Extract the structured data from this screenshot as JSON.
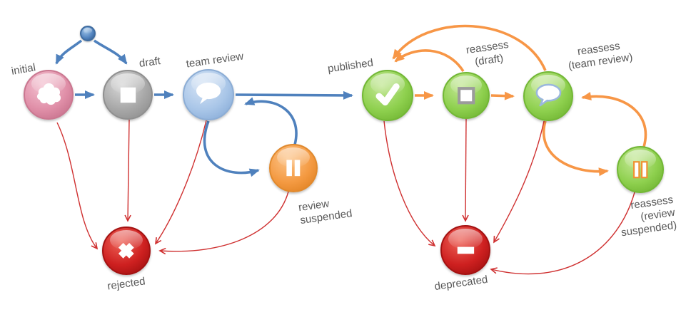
{
  "colors": {
    "background": "#ffffff",
    "edge-blue": "#4f81bd",
    "edge-orange": "#f79646",
    "edge-red": "#cf3030",
    "label-text": "#595959",
    "node-pink": "#e08fa8",
    "node-gray": "#a8a8a8",
    "node-blue": "#a9c6e8",
    "node-orange": "#f49a42",
    "node-green": "#8ed04e",
    "node-red": "#ce2020"
  },
  "diagram": {
    "nodes": [
      {
        "id": "start",
        "label": "",
        "icon": "start-dot"
      },
      {
        "id": "initial",
        "label": "initial",
        "state_color": "pink",
        "icon": "cloud"
      },
      {
        "id": "draft",
        "label": "draft",
        "state_color": "gray",
        "icon": "square"
      },
      {
        "id": "team-review",
        "label": "team review",
        "state_color": "blue",
        "icon": "speech-bubble"
      },
      {
        "id": "review-suspended",
        "label": "review\nsuspended",
        "state_color": "orange",
        "icon": "pause"
      },
      {
        "id": "published",
        "label": "published",
        "state_color": "green",
        "icon": "check"
      },
      {
        "id": "reassess-draft",
        "label": "reassess\n(draft)",
        "state_color": "green",
        "icon": "square-outline"
      },
      {
        "id": "reassess-team-review",
        "label": "reassess\n(team review)",
        "state_color": "green",
        "icon": "speech-bubble-outline"
      },
      {
        "id": "reassess-review-suspended",
        "label": "reassess\n(review\nsuspended)",
        "state_color": "green",
        "icon": "pause-outline"
      },
      {
        "id": "rejected",
        "label": "rejected",
        "state_color": "red",
        "icon": "cross"
      },
      {
        "id": "deprecated",
        "label": "deprecated",
        "state_color": "red",
        "icon": "minus"
      }
    ],
    "edges": [
      {
        "from": "start",
        "to": "initial",
        "color": "blue"
      },
      {
        "from": "start",
        "to": "draft",
        "color": "blue"
      },
      {
        "from": "initial",
        "to": "draft",
        "color": "blue"
      },
      {
        "from": "draft",
        "to": "team-review",
        "color": "blue"
      },
      {
        "from": "team-review",
        "to": "published",
        "color": "blue"
      },
      {
        "from": "team-review",
        "to": "review-suspended",
        "color": "blue"
      },
      {
        "from": "review-suspended",
        "to": "team-review",
        "color": "blue"
      },
      {
        "from": "published",
        "to": "reassess-draft",
        "color": "orange"
      },
      {
        "from": "reassess-draft",
        "to": "reassess-team-review",
        "color": "orange"
      },
      {
        "from": "reassess-draft",
        "to": "published",
        "color": "orange"
      },
      {
        "from": "reassess-team-review",
        "to": "published",
        "color": "orange"
      },
      {
        "from": "reassess-team-review",
        "to": "reassess-review-suspended",
        "color": "orange"
      },
      {
        "from": "reassess-review-suspended",
        "to": "reassess-team-review",
        "color": "orange"
      },
      {
        "from": "initial",
        "to": "rejected",
        "color": "red"
      },
      {
        "from": "draft",
        "to": "rejected",
        "color": "red"
      },
      {
        "from": "team-review",
        "to": "rejected",
        "color": "red"
      },
      {
        "from": "review-suspended",
        "to": "rejected",
        "color": "red"
      },
      {
        "from": "published",
        "to": "deprecated",
        "color": "red"
      },
      {
        "from": "reassess-draft",
        "to": "deprecated",
        "color": "red"
      },
      {
        "from": "reassess-team-review",
        "to": "deprecated",
        "color": "red"
      },
      {
        "from": "reassess-review-suspended",
        "to": "deprecated",
        "color": "red"
      }
    ]
  }
}
